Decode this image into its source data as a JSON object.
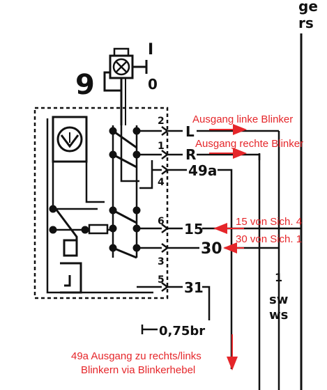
{
  "diagram": {
    "component_number": "9",
    "switch_pos_on": "I",
    "switch_pos_off": "0",
    "top_right_1": "ge",
    "top_right_2": "rs",
    "pins": {
      "p2": "2",
      "p1": "1",
      "p4": "4",
      "p6": "6",
      "p3": "3",
      "p5": "5"
    },
    "terminals": {
      "L": "L",
      "R": "R",
      "t49a": "49a",
      "t15": "15",
      "t30": "30",
      "t31": "31"
    },
    "wire_size": "0,75br",
    "wire_num": "1",
    "color_sw": "sw",
    "color_ws": "ws"
  },
  "annotations": {
    "left_blinker": "Ausgang linke Blinker",
    "right_blinker": "Ausgang rechte Blinker",
    "from_fuse_4": "15 von Sich. 4",
    "from_fuse_1": "30 von Sich. 1",
    "bottom_line1": "49a Ausgang zu rechts/links",
    "bottom_line2": "Blinkern via Blinkerhebel"
  },
  "colors": {
    "ink": "#111111",
    "annotation": "#e5262a"
  }
}
